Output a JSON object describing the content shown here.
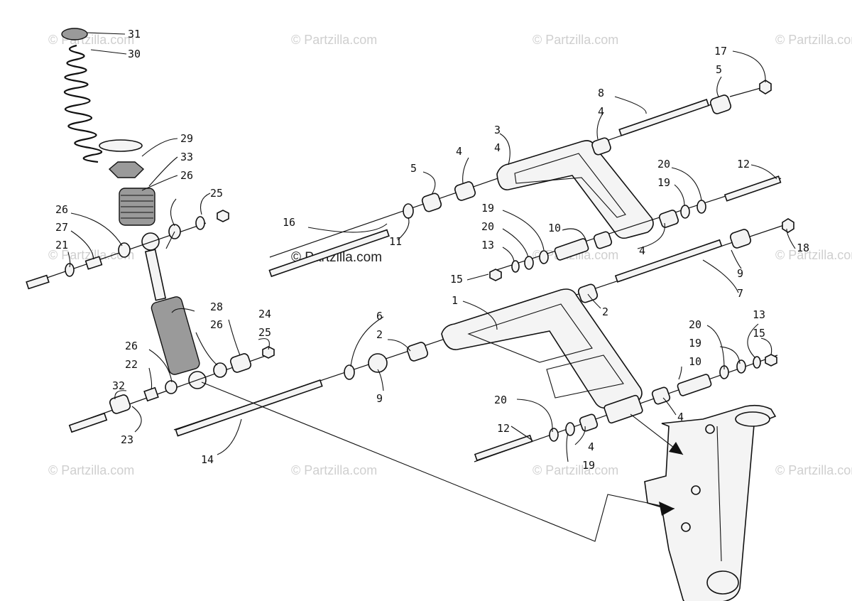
{
  "watermarks": {
    "corner": "© Partzilla.com",
    "center": "© Partzilla.com"
  },
  "callouts": [
    "1",
    "2",
    "3",
    "4",
    "5",
    "6",
    "7",
    "8",
    "9",
    "10",
    "11",
    "12",
    "13",
    "14",
    "15",
    "16",
    "17",
    "18",
    "19",
    "20",
    "21",
    "22",
    "23",
    "24",
    "25",
    "26",
    "27",
    "28",
    "29",
    "30",
    "31",
    "32",
    "33"
  ]
}
